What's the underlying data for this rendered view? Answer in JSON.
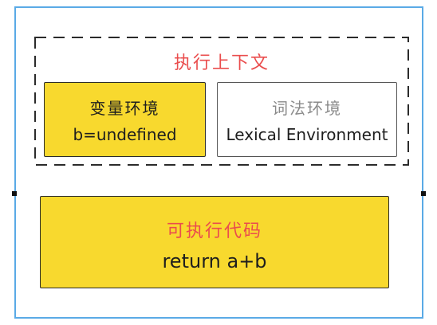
{
  "diagram": {
    "title": "执行上下文",
    "variable_environment": {
      "label": "变量环境",
      "value": "b=undefined"
    },
    "lexical_environment": {
      "label": "词法环境",
      "value": "Lexical Environment"
    },
    "executable_code": {
      "label": "可执行代码",
      "value": "return a+b"
    }
  },
  "colors": {
    "selection": "#5aaae6",
    "fill_yellow": "#f8d92e",
    "title_red": "#ea4d4d",
    "label_gray": "#8a8a8a",
    "text_dark": "#1e1e1e",
    "stroke": "#2b2b2b"
  }
}
